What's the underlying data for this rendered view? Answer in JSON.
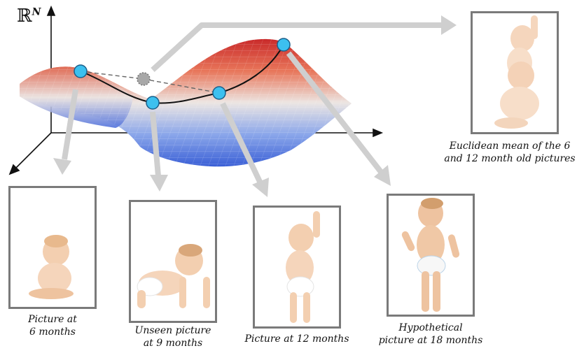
{
  "space_label": {
    "symbol": "ℝ",
    "superscript": "N"
  },
  "captions": {
    "euclidean_line1": "Euclidean mean of the 6",
    "euclidean_line2": "and 12 month old pictures",
    "m6_line1": "Picture at",
    "m6_line2": "6 months",
    "m9_line1": "Unseen picture",
    "m9_line2": "at 9 months",
    "m12_line1": "Picture at 12 months",
    "m18_line1": "Hypothetical",
    "m18_line2": "picture at 18 months"
  },
  "colors": {
    "surface_red": "#d73a2e",
    "surface_white": "#e9e2df",
    "surface_blue": "#3d63d8",
    "point_fill": "#3cc0ef",
    "mean_point": "#a8a8a8",
    "arrow_gray": "#cfcfcf",
    "frame_border": "#7a7a7a"
  }
}
